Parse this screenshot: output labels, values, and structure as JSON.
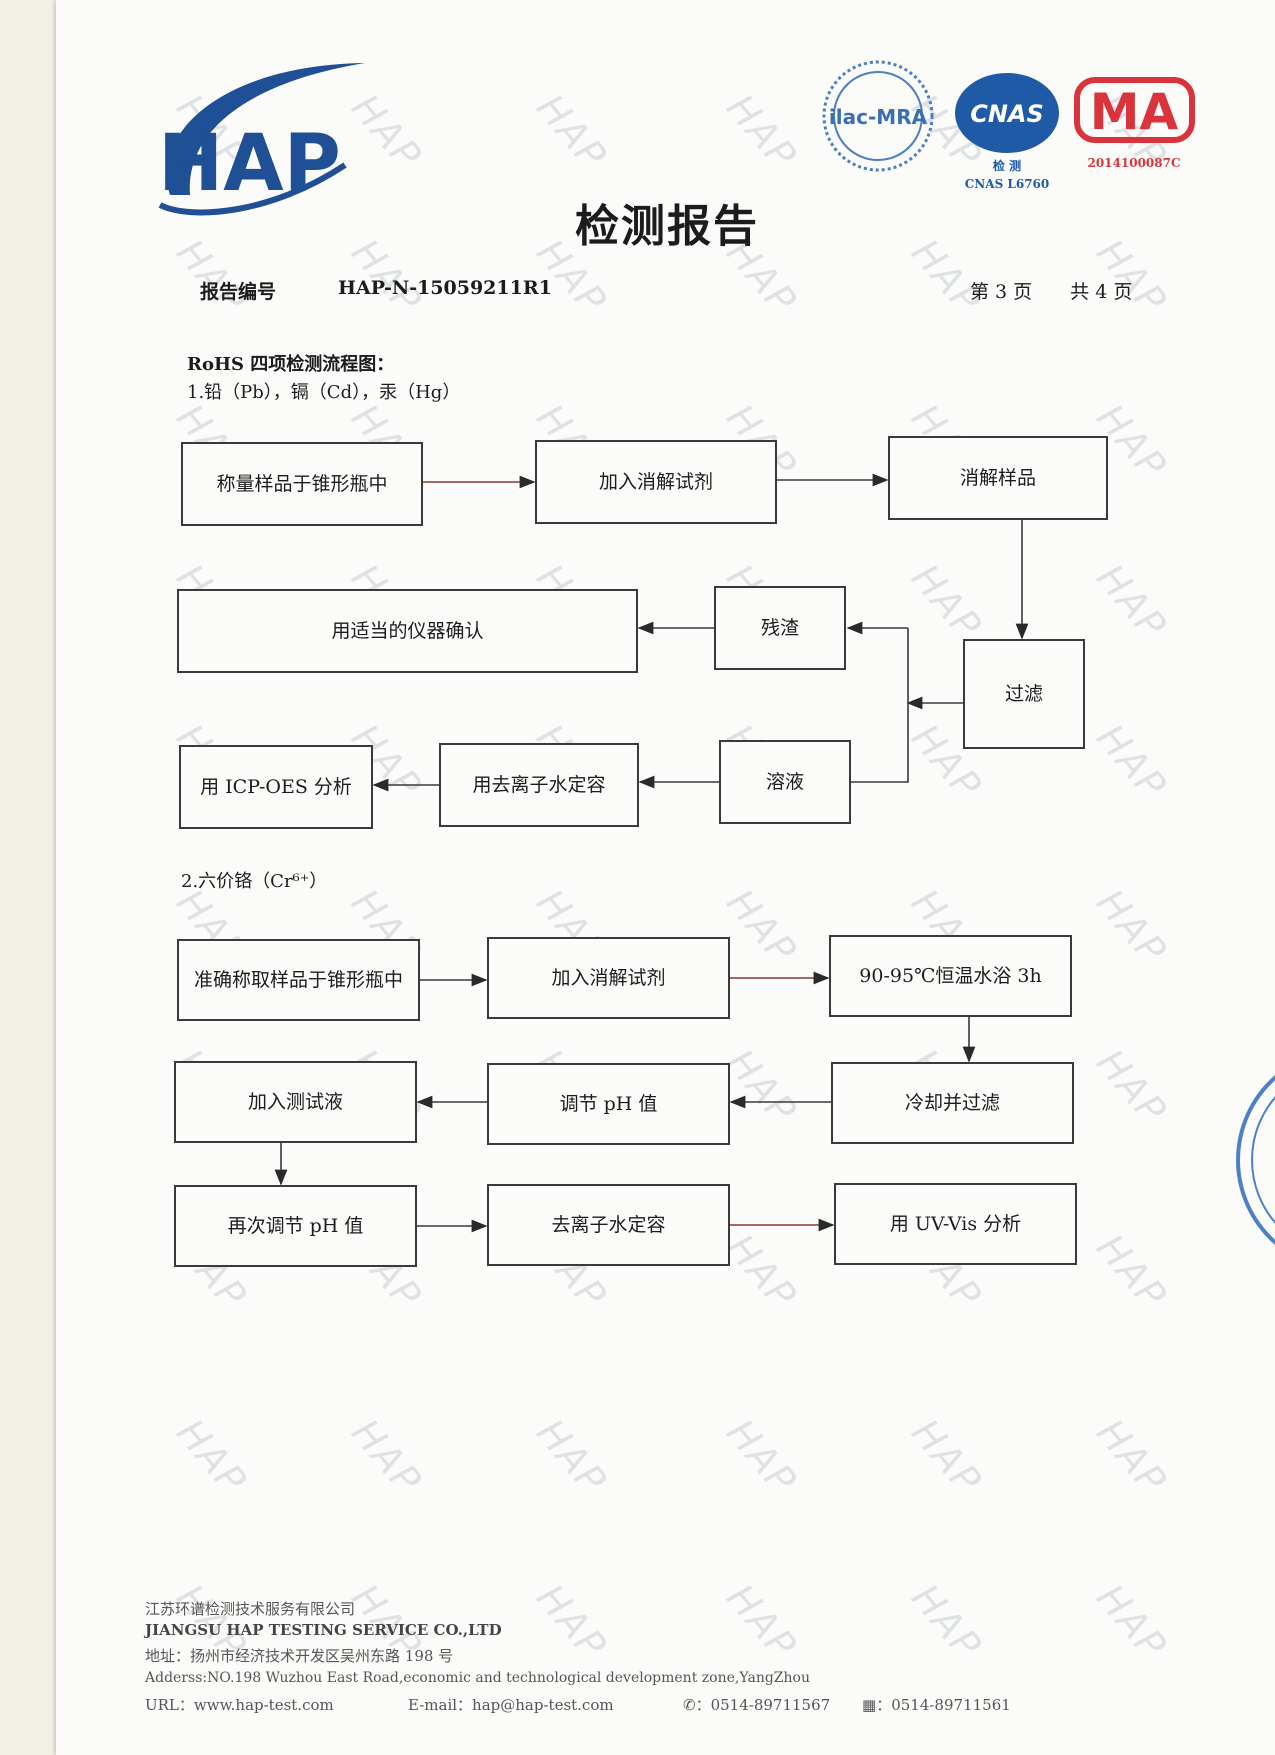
{
  "header": {
    "logo_text": "HAP",
    "title": "检测报告",
    "report_no_label": "报告编号",
    "report_no_value": "HAP-N-15059211R1",
    "page_info": "第 3 页　　共 4 页"
  },
  "accreditation": {
    "ilac_text": "ilac-MRA",
    "cnas_text": "CNAS",
    "cnas_sub": "检 测",
    "cnas_code": "CNAS L6760",
    "ma_text": "MA",
    "ma_code": "2014100087C"
  },
  "section_title": "RoHS 四项检测流程图：",
  "flow1": {
    "heading": "1.铅（Pb），镉（Cd），汞（Hg）",
    "steps": {
      "s1": "称量样品于锥形瓶中",
      "s2": "加入消解试剂",
      "s3": "消解样品",
      "s4": "过滤",
      "s5": "残渣",
      "s6": "用适当的仪器确认",
      "s7": "溶液",
      "s8": "用去离子水定容",
      "s9": "用 ICP-OES 分析"
    }
  },
  "flow2": {
    "heading": "2.六价铬（Cr⁶⁺）",
    "steps": {
      "s1": "准确称取样品于锥形瓶中",
      "s2": "加入消解试剂",
      "s3": "90-95℃恒温水浴 3h",
      "s4": "冷却并过滤",
      "s5": "调节 pH 值",
      "s6": "加入测试液",
      "s7": "再次调节 pH 值",
      "s8": "去离子水定容",
      "s9": "用 UV-Vis 分析"
    }
  },
  "footer": {
    "company_cn": "江苏环谱检测技术服务有限公司",
    "company_en": "JIANGSU HAP TESTING SERVICE CO.,LTD",
    "address_cn": "地址：扬州市经济技术开发区吴州东路 198 号",
    "address_en": "Adderss:NO.198 Wuzhou East Road,economic and technological development zone,YangZhou",
    "url": "URL：www.hap-test.com",
    "email": "E-mail：hap@hap-test.com",
    "phone": "：0514-89711567",
    "fax": "：0514-89711561"
  },
  "watermark_text": "HAP"
}
